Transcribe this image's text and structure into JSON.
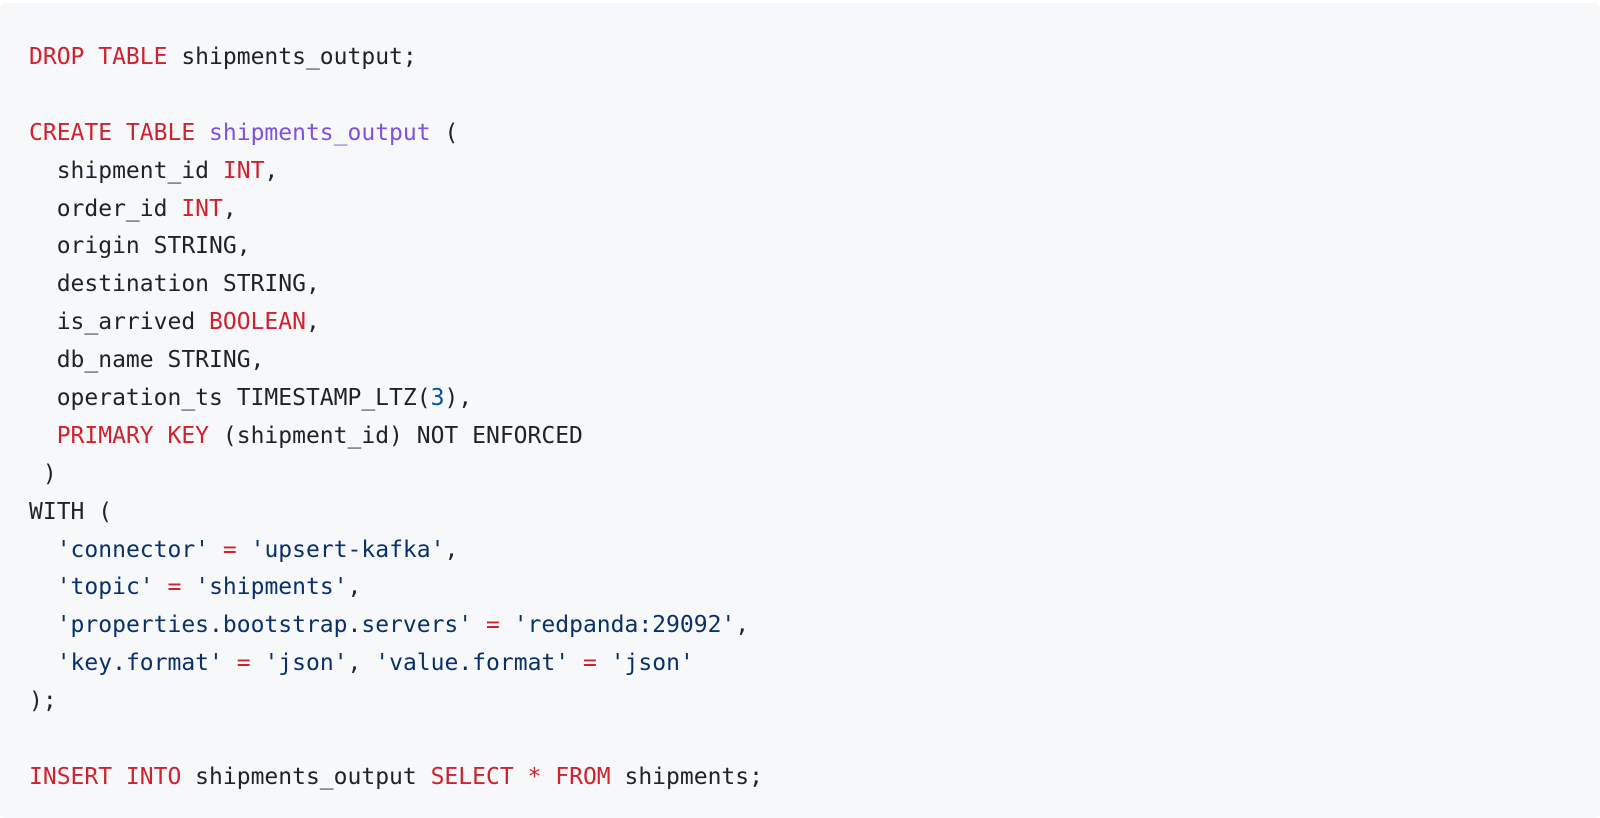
{
  "colors": {
    "background": "#f6f8fa",
    "plain": "#1f2328",
    "keyword": "#cf222e",
    "entity": "#8250df",
    "string": "#0a3069",
    "number": "#0550ae"
  },
  "code_lines": [
    [
      {
        "t": "DROP TABLE",
        "c": "kw"
      },
      {
        "t": " shipments_output;",
        "c": "pl"
      }
    ],
    [],
    [
      {
        "t": "CREATE TABLE",
        "c": "kw"
      },
      {
        "t": " ",
        "c": "pl"
      },
      {
        "t": "shipments_output",
        "c": "fn"
      },
      {
        "t": " (",
        "c": "pl"
      }
    ],
    [
      {
        "t": "  shipment_id ",
        "c": "pl"
      },
      {
        "t": "INT",
        "c": "kw"
      },
      {
        "t": ",",
        "c": "pl"
      }
    ],
    [
      {
        "t": "  order_id ",
        "c": "pl"
      },
      {
        "t": "INT",
        "c": "kw"
      },
      {
        "t": ",",
        "c": "pl"
      }
    ],
    [
      {
        "t": "  origin STRING,",
        "c": "pl"
      }
    ],
    [
      {
        "t": "  destination STRING,",
        "c": "pl"
      }
    ],
    [
      {
        "t": "  is_arrived ",
        "c": "pl"
      },
      {
        "t": "BOOLEAN",
        "c": "kw"
      },
      {
        "t": ",",
        "c": "pl"
      }
    ],
    [
      {
        "t": "  db_name STRING,",
        "c": "pl"
      }
    ],
    [
      {
        "t": "  operation_ts TIMESTAMP_LTZ(",
        "c": "pl"
      },
      {
        "t": "3",
        "c": "num"
      },
      {
        "t": "),",
        "c": "pl"
      }
    ],
    [
      {
        "t": "  ",
        "c": "pl"
      },
      {
        "t": "PRIMARY KEY",
        "c": "kw"
      },
      {
        "t": " (shipment_id) NOT ENFORCED",
        "c": "pl"
      }
    ],
    [
      {
        "t": " )",
        "c": "pl"
      }
    ],
    [
      {
        "t": "WITH (",
        "c": "pl"
      }
    ],
    [
      {
        "t": "  ",
        "c": "pl"
      },
      {
        "t": "'connector'",
        "c": "str"
      },
      {
        "t": " ",
        "c": "pl"
      },
      {
        "t": "=",
        "c": "op"
      },
      {
        "t": " ",
        "c": "pl"
      },
      {
        "t": "'upsert-kafka'",
        "c": "str"
      },
      {
        "t": ",",
        "c": "pl"
      }
    ],
    [
      {
        "t": "  ",
        "c": "pl"
      },
      {
        "t": "'topic'",
        "c": "str"
      },
      {
        "t": " ",
        "c": "pl"
      },
      {
        "t": "=",
        "c": "op"
      },
      {
        "t": " ",
        "c": "pl"
      },
      {
        "t": "'shipments'",
        "c": "str"
      },
      {
        "t": ",",
        "c": "pl"
      }
    ],
    [
      {
        "t": "  ",
        "c": "pl"
      },
      {
        "t": "'properties.bootstrap.servers'",
        "c": "str"
      },
      {
        "t": " ",
        "c": "pl"
      },
      {
        "t": "=",
        "c": "op"
      },
      {
        "t": " ",
        "c": "pl"
      },
      {
        "t": "'redpanda:29092'",
        "c": "str"
      },
      {
        "t": ",",
        "c": "pl"
      }
    ],
    [
      {
        "t": "  ",
        "c": "pl"
      },
      {
        "t": "'key.format'",
        "c": "str"
      },
      {
        "t": " ",
        "c": "pl"
      },
      {
        "t": "=",
        "c": "op"
      },
      {
        "t": " ",
        "c": "pl"
      },
      {
        "t": "'json'",
        "c": "str"
      },
      {
        "t": ", ",
        "c": "pl"
      },
      {
        "t": "'value.format'",
        "c": "str"
      },
      {
        "t": " ",
        "c": "pl"
      },
      {
        "t": "=",
        "c": "op"
      },
      {
        "t": " ",
        "c": "pl"
      },
      {
        "t": "'json'",
        "c": "str"
      }
    ],
    [
      {
        "t": ");",
        "c": "pl"
      }
    ],
    [],
    [
      {
        "t": "INSERT INTO",
        "c": "kw"
      },
      {
        "t": " shipments_output ",
        "c": "pl"
      },
      {
        "t": "SELECT",
        "c": "kw"
      },
      {
        "t": " ",
        "c": "pl"
      },
      {
        "t": "*",
        "c": "op"
      },
      {
        "t": " ",
        "c": "pl"
      },
      {
        "t": "FROM",
        "c": "kw"
      },
      {
        "t": " shipments;",
        "c": "pl"
      }
    ]
  ]
}
